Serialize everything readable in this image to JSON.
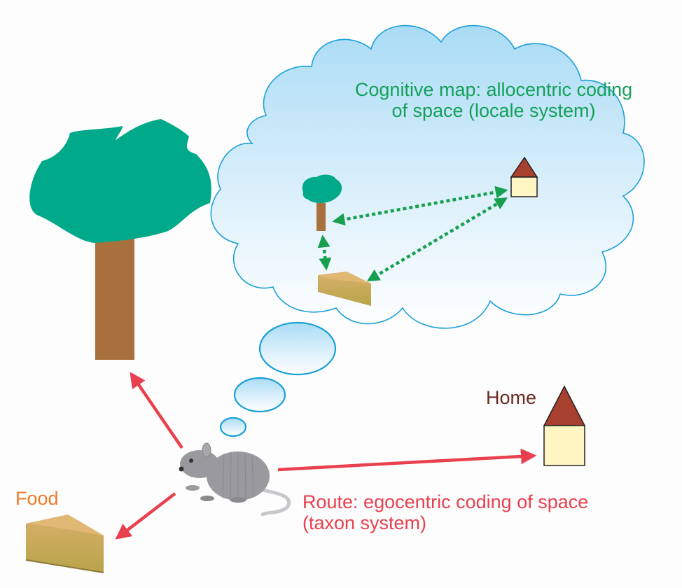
{
  "title": "Cognitive map vs route navigation",
  "labels": {
    "cognitive_map": "Cognitive map: allocentric coding of space (locale system)",
    "route": "Route: egocentric coding of space (taxon system)",
    "food": "Food",
    "home": "Home"
  },
  "colors": {
    "cognitive_text": "#14a05a",
    "route_text": "#e8404e",
    "food_text": "#f07a2a",
    "home_text": "#6b2a22",
    "route_arrow": "#e8404e",
    "map_arrow": "#16a050",
    "cloud_stroke": "#1aa0d8",
    "cloud_fill_top": "#b8e0f6",
    "tree_leaves": "#00a98a",
    "tree_trunk": "#a8703c",
    "roof": "#a8402f",
    "house_wall": "#fff6c4",
    "cheese": "#c9a862",
    "mouse": "#9a9a9e"
  },
  "elements": {
    "landmarks": [
      "tree",
      "food",
      "home"
    ],
    "agent": "mouse",
    "route_arrows": [
      "mouse-to-tree",
      "mouse-to-food",
      "mouse-to-home"
    ],
    "map_links": [
      "tree-home",
      "tree-food",
      "food-home"
    ]
  }
}
